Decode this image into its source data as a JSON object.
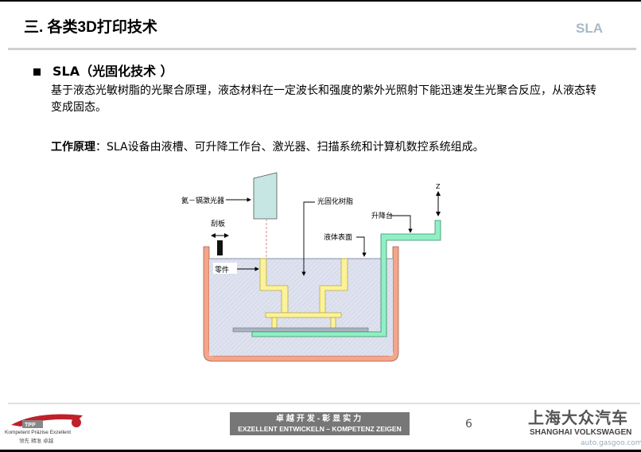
{
  "header": {
    "title": "三. 各类3D打印技术",
    "section_tag": "SLA"
  },
  "content": {
    "heading": "SLA（光固化技术 ）",
    "description": "基于液态光敏树脂的光聚合原理，液态材料在一定波长和强度的紫外光照射下能迅速发生光聚合反应，从液态转变成固态。",
    "principle_label": "工作原理",
    "principle_text": "：SLA设备由液槽、可升降工作台、激光器、扫描系统和计算机数控系统组成。"
  },
  "diagram": {
    "labels": {
      "laser": "氦－镉激光器",
      "resin": "光固化树脂",
      "scraper": "刮板",
      "liquid_surface": "液体表面",
      "part": "零件",
      "elevator": "升降台",
      "z_axis": "Z"
    },
    "colors": {
      "tank": "#f4a58a",
      "liquid": "#dfe2ef",
      "part": "#fbf29a",
      "platform": "#8ff0c4",
      "laser": "#bfe3e0"
    }
  },
  "footer": {
    "left_logo_brand": "TPP",
    "left_logo_text": "Kompetent Präzise Exzellent",
    "left_logo_cn": "领先 精准 卓越",
    "slogan_cn": "卓越开发-彰显实力",
    "slogan_en": "EXZELLENT ENTWICKELN – KOMPETENZ ZEIGEN",
    "page_number": "6",
    "brand_cn": "上海大众汽车",
    "brand_en": "SHANGHAI VOLKSWAGEN",
    "watermark": "auto.gasgoo.com"
  }
}
